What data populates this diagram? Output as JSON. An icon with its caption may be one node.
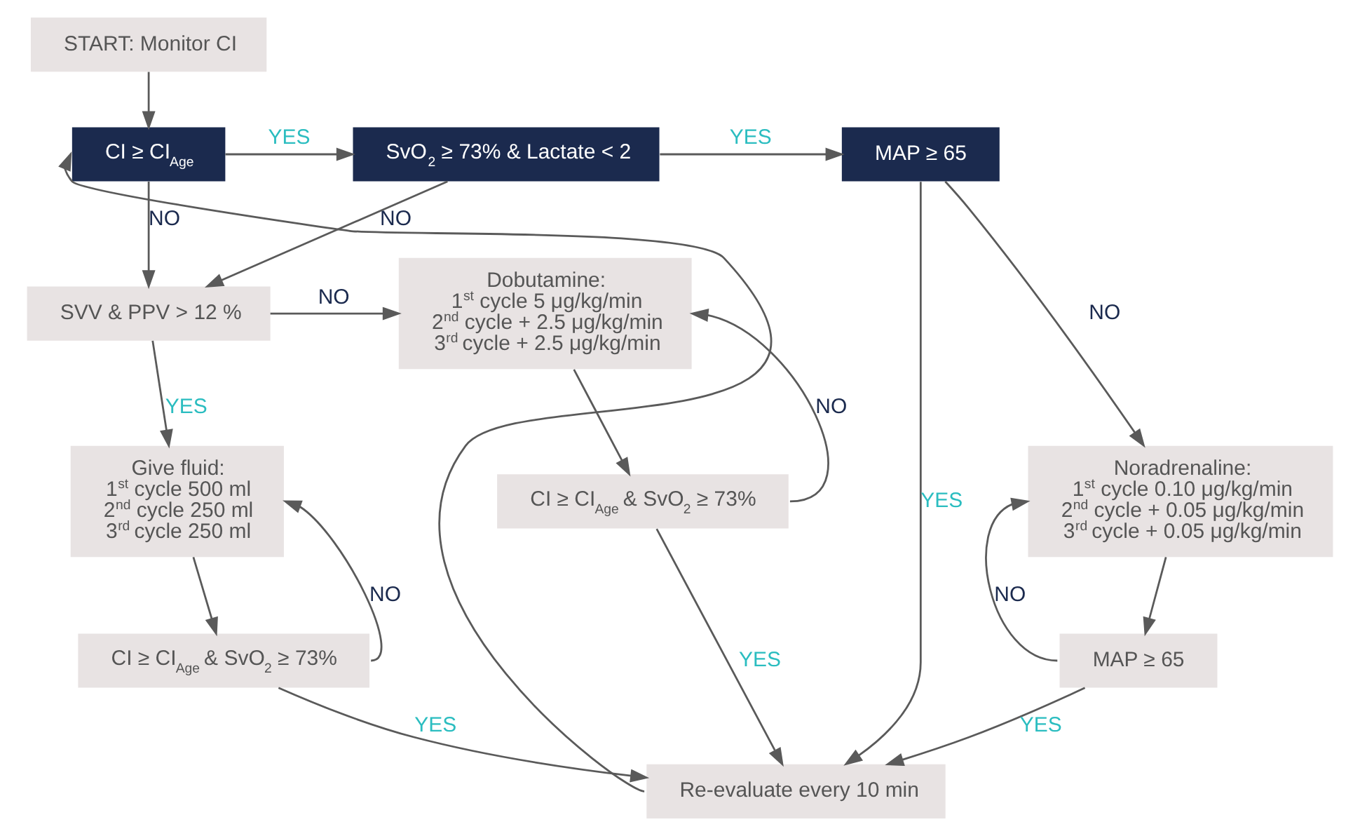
{
  "diagram": {
    "nodes": [
      {
        "text": [
          "START: Monitor CI"
        ]
      },
      {
        "text": [
          "CI ≥ CI$_{Age}$"
        ]
      },
      {
        "text": [
          "SvO$_{2}$ ≥ 73% & Lactate < 2"
        ]
      },
      {
        "text": [
          "MAP ≥ 65"
        ]
      },
      {
        "text": [
          "SVV & PPV > 12 %"
        ]
      },
      {
        "text": [
          "Give fluid:",
          "1$^{st}$ cycle 500 ml",
          "2$^{nd}$ cycle 250 ml",
          "3$^{rd}$ cycle 250 ml"
        ]
      },
      {
        "text": [
          "CI ≥ CI$_{Age}$ & SvO$_{2}$ ≥ 73%"
        ]
      },
      {
        "text": [
          "Dobutamine:",
          "1$^{st}$ cycle 5 μg/kg/min",
          "2$^{nd}$ cycle + 2.5 μg/kg/min",
          "3$^{rd}$ cycle + 2.5 μg/kg/min"
        ]
      },
      {
        "text": [
          "CI ≥ CI$_{Age}$ & SvO$_{2}$ ≥ 73%"
        ]
      },
      {
        "text": [
          "Noradrenaline:",
          "1$^{st}$ cycle 0.10 μg/kg/min",
          "2$^{nd}$ cycle + 0.05 μg/kg/min",
          "3$^{rd}$ cycle + 0.05 μg/kg/min"
        ]
      },
      {
        "text": [
          "MAP ≥ 65"
        ]
      },
      {
        "text": [
          "Re-evaluate every 10 min"
        ]
      }
    ],
    "edges": [
      {
        "from": 0,
        "to": 1,
        "arrow": "to"
      },
      {
        "from": 1,
        "to": 2,
        "arrow": "to",
        "label": "YES"
      },
      {
        "from": 2,
        "to": 3,
        "arrow": "to",
        "label": "YES"
      },
      {
        "from": 1,
        "to": 4,
        "arrow": "to",
        "label": "NO"
      },
      {
        "from": 2,
        "to": 4,
        "arrow": "to",
        "label": "NO"
      },
      {
        "from": 3,
        "to": 11,
        "arrow": "to",
        "label": "YES"
      },
      {
        "from": 3,
        "to": 9,
        "arrow": "to",
        "label": "NO"
      },
      {
        "from": 4,
        "to": 7,
        "arrow": "to",
        "label": "NO"
      },
      {
        "from": 4,
        "to": 5,
        "arrow": "to",
        "label": "YES"
      },
      {
        "from": 5,
        "to": 6,
        "arrow": "to"
      },
      {
        "from": 6,
        "to": 5,
        "arrow": "to",
        "label": "NO"
      },
      {
        "from": 6,
        "to": 11,
        "arrow": "to",
        "label": "YES"
      },
      {
        "from": 7,
        "to": 8,
        "arrow": "to"
      },
      {
        "from": 8,
        "to": 7,
        "arrow": "to",
        "label": "NO"
      },
      {
        "from": 8,
        "to": 11,
        "arrow": "to",
        "label": "YES"
      },
      {
        "from": 9,
        "to": 10,
        "arrow": "to"
      },
      {
        "from": 10,
        "to": 9,
        "arrow": "to",
        "label": "NO"
      },
      {
        "from": 10,
        "to": 11,
        "arrow": "to",
        "label": "YES"
      },
      {
        "from": 11,
        "to": 1,
        "arrow": "to"
      }
    ]
  }
}
